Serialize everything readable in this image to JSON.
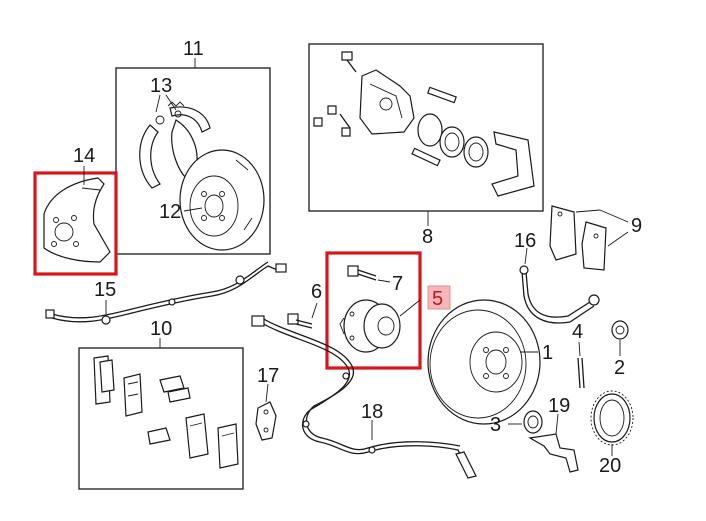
{
  "callouts": {
    "c1": "1",
    "c2": "2",
    "c3": "3",
    "c4": "4",
    "c5": "5",
    "c6": "6",
    "c7": "7",
    "c8": "8",
    "c9": "9",
    "c10": "10",
    "c11": "11",
    "c12": "12",
    "c13": "13",
    "c14": "14",
    "c15": "15",
    "c16": "16",
    "c17": "17",
    "c18": "18",
    "c19": "19",
    "c20": "20"
  },
  "colors": {
    "highlight_frame": "#d9141b",
    "highlight_badge_fill": "#f4b8bb",
    "highlight_number": "#c8141b",
    "line_art": "#1a1a1a"
  },
  "highlighted_callouts": [
    "5",
    "14"
  ]
}
